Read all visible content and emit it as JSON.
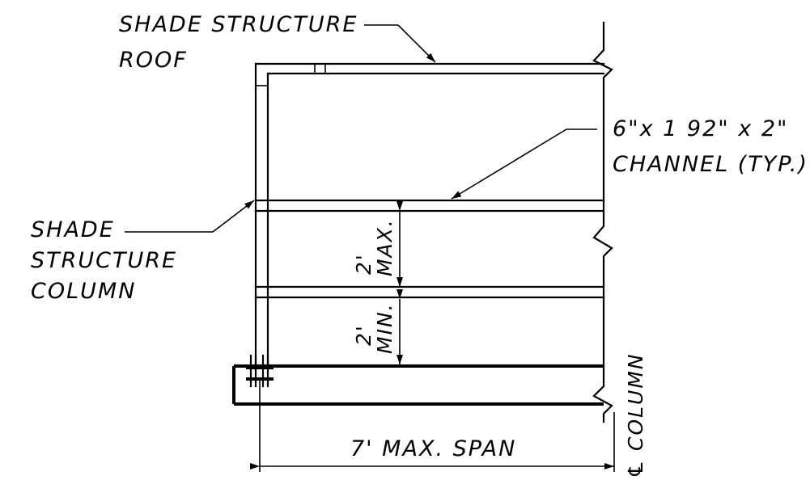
{
  "labels": {
    "roof_line1": "SHADE STRUCTURE",
    "roof_line2": "ROOF",
    "channel_line1": "6\"x 1 92\" x 2\"",
    "channel_line2": "CHANNEL (TYP.)",
    "column_line1": "SHADE",
    "column_line2": "STRUCTURE",
    "column_line3": "COLUMN",
    "span": "7' MAX. SPAN",
    "dim_upper_value": "2'",
    "dim_upper_qual": "MAX.",
    "dim_lower_value": "2'",
    "dim_lower_qual": "MIN.",
    "centerline": "COLUMN",
    "centerline_symbol": "℄"
  }
}
